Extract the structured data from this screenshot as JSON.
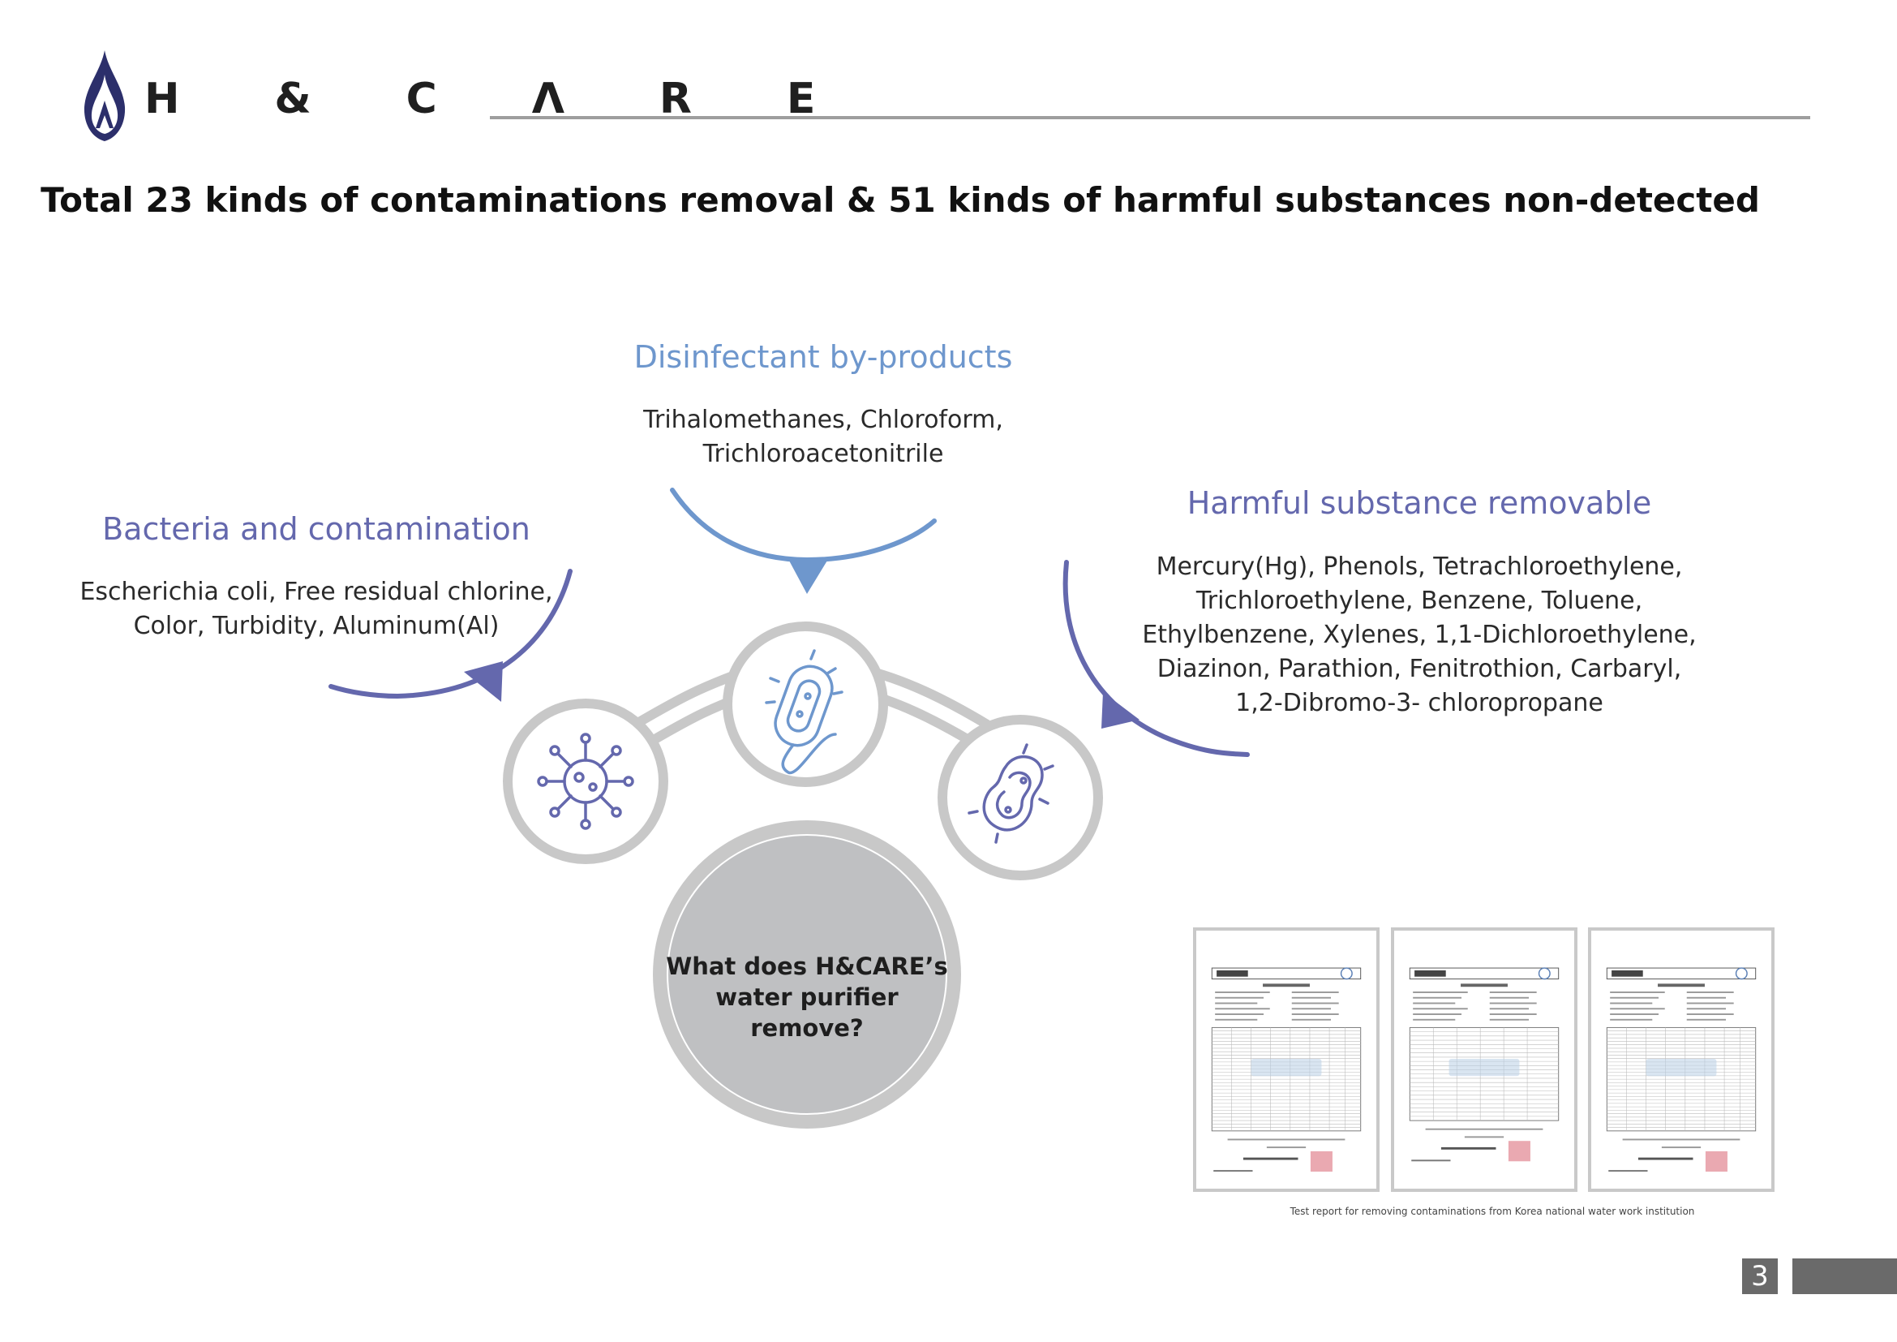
{
  "brand": {
    "name": "H & C Λ R E",
    "color": "#2c2f6b"
  },
  "title": "Total 23 kinds of contaminations removal & 51 kinds of harmful substances non-detected",
  "categories": {
    "disinfectant": {
      "title": "Disinfectant by-products",
      "lines": [
        "Trihalomethanes, Chloroform,",
        "Trichloroacetonitrile"
      ],
      "color": "#6e97cd"
    },
    "bacteria": {
      "title": "Bacteria and contamination",
      "lines": [
        "Escherichia coli, Free residual chlorine,",
        "Color, Turbidity, Aluminum(Al)"
      ],
      "color": "#6468ad"
    },
    "harmful": {
      "title": "Harmful substance removable",
      "lines": [
        "Mercury(Hg), Phenols, Tetrachloroethylene,",
        "Trichloroethylene, Benzene, Toluene,",
        "Ethylbenzene, Xylenes, 1,1-Dichloroethylene,",
        "Diazinon, Parathion, Fenitrothion, Carbaryl,",
        "1,2-Dibromo-3- chloropropane"
      ],
      "color": "#6468ad"
    }
  },
  "center": {
    "line1": "What does H&CARE’s",
    "line2": "water purifier remove?"
  },
  "icons": [
    "virus-icon",
    "bacterium-icon",
    "microbe-icon"
  ],
  "caption": "Test report for removing contaminations from Korea national water work institution",
  "page_number": "3"
}
